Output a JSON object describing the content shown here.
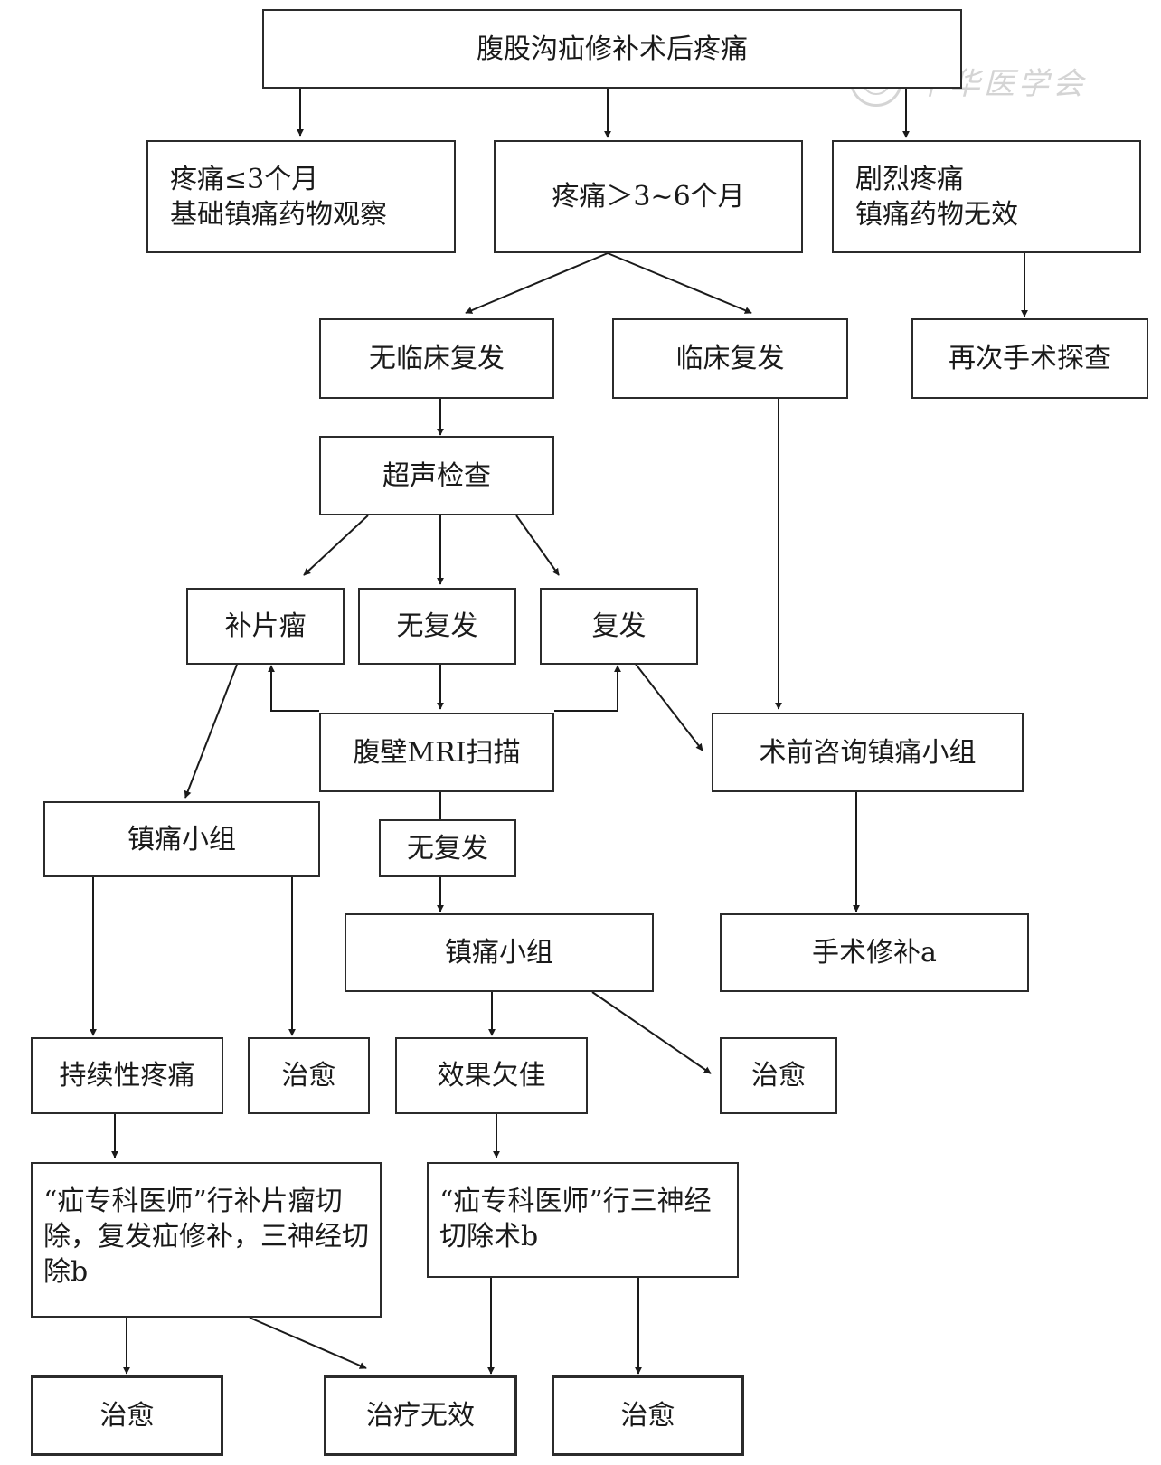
{
  "watermark": "中华医学会",
  "nodes": {
    "root": "腹股沟疝修补术后疼痛",
    "pain_le3": "疼痛≤3个月\n基础镇痛药物观察",
    "pain_3to6": "疼痛＞3~6个月",
    "severe_pain": "剧烈疼痛\n镇痛药物无效",
    "no_clinical_recurrence": "无临床复发",
    "clinical_recurrence": "临床复发",
    "reoperation_exploration": "再次手术探查",
    "ultrasound": "超声检查",
    "meshoma": "补片瘤",
    "no_recurrence_us": "无复发",
    "recurrence": "复发",
    "abdominal_wall_mri": "腹壁MRI扫描",
    "preop_consult_pain_team": "术前咨询镇痛小组",
    "pain_team_left": "镇痛小组",
    "no_recurrence_mri": "无复发",
    "pain_team_center": "镇痛小组",
    "surgical_repair": "手术修补a",
    "persistent_pain": "持续性疼痛",
    "cured_1": "治愈",
    "poor_effect": "效果欠佳",
    "cured_2": "治愈",
    "hernia_specialist_mesh": "“疝专科医师”行补片瘤切除，复发疝修补，三神经切除b",
    "hernia_specialist_neurectomy": "“疝专科医师”行三神经切除术b",
    "cured_3": "治愈",
    "treatment_ineffective": "治疗无效",
    "cured_4": "治愈"
  }
}
